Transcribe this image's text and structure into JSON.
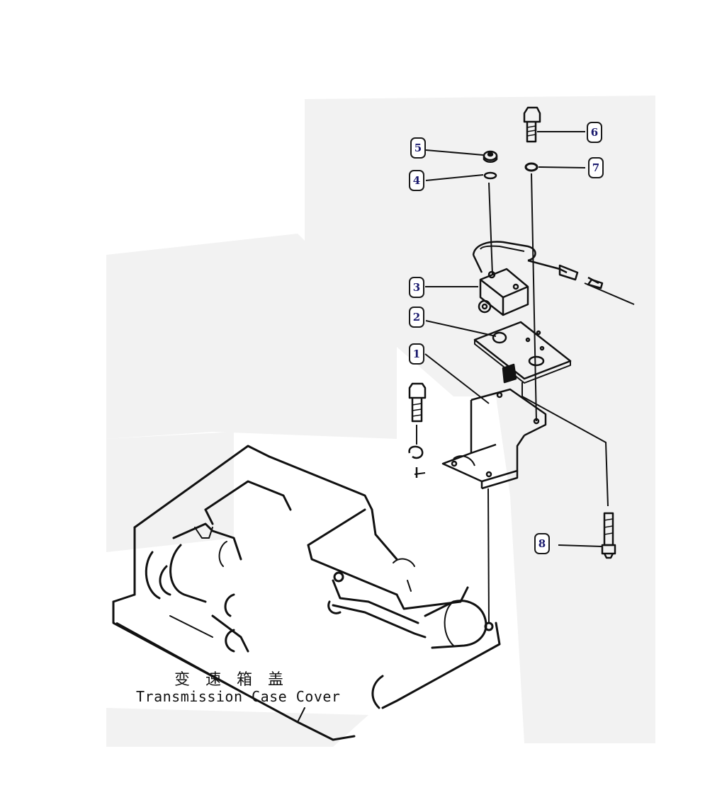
{
  "caption": {
    "chinese": "变速箱盖",
    "english": "Transmission Case Cover"
  },
  "callouts": [
    {
      "id": "c1",
      "label": "1"
    },
    {
      "id": "c2",
      "label": "2"
    },
    {
      "id": "c3",
      "label": "3"
    },
    {
      "id": "c4",
      "label": "4"
    },
    {
      "id": "c5",
      "label": "5"
    },
    {
      "id": "c6",
      "label": "6"
    },
    {
      "id": "c7",
      "label": "7"
    },
    {
      "id": "c8",
      "label": "8"
    }
  ],
  "colors": {
    "ink": "#111111",
    "callout_text": "#1a1a6e",
    "background": "#ffffff",
    "watermark": "#f2f2f2"
  }
}
